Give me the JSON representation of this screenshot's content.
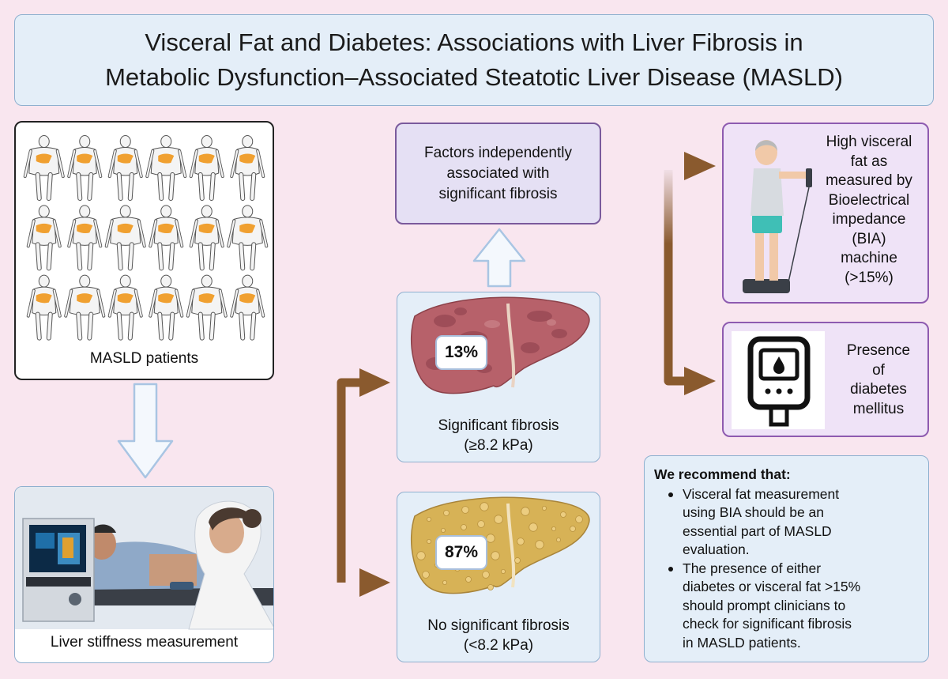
{
  "title": {
    "line1": "Visceral Fat and Diabetes: Associations with Liver Fibrosis in",
    "line2": "Metabolic Dysfunction–Associated Steatotic Liver Disease (MASLD)"
  },
  "patients": {
    "label": "MASLD patients",
    "rows": 3,
    "cols": 6
  },
  "lsm": {
    "label": "Liver stiffness measurement"
  },
  "factors": {
    "line1": "Factors independently",
    "line2": "associated with",
    "line3": "significant fibrosis"
  },
  "significant": {
    "percent": "13%",
    "label_line1": "Significant fibrosis",
    "label_line2": "(≥8.2 kPa)"
  },
  "no_significant": {
    "percent": "87%",
    "label_line1": "No significant fibrosis",
    "label_line2": "(<8.2 kPa)"
  },
  "bia": {
    "lines": [
      "High visceral",
      "fat as",
      "measured by",
      "Bioelectrical",
      "impedance",
      "(BIA)",
      "machine",
      "(>15%)"
    ]
  },
  "diabetes": {
    "lines": [
      "Presence",
      "of",
      "diabetes",
      "mellitus"
    ]
  },
  "recommendation": {
    "heading": "We recommend that:",
    "bullets": [
      [
        "Visceral fat measurement",
        "using BIA should be an",
        "essential part of MASLD",
        "evaluation."
      ],
      [
        "The presence of either",
        "diabetes or visceral fat >15%",
        "should prompt clinicians to",
        "check for significant fibrosis",
        "in MASLD patients."
      ]
    ]
  },
  "colors": {
    "background": "#f9e6ef",
    "arrow_brown": "#8a5a2e",
    "liver_red": "#b7616a",
    "liver_yellow": "#d7b256",
    "fat_orange": "#f0a030",
    "outline_arrow": "#a9c5e3"
  }
}
